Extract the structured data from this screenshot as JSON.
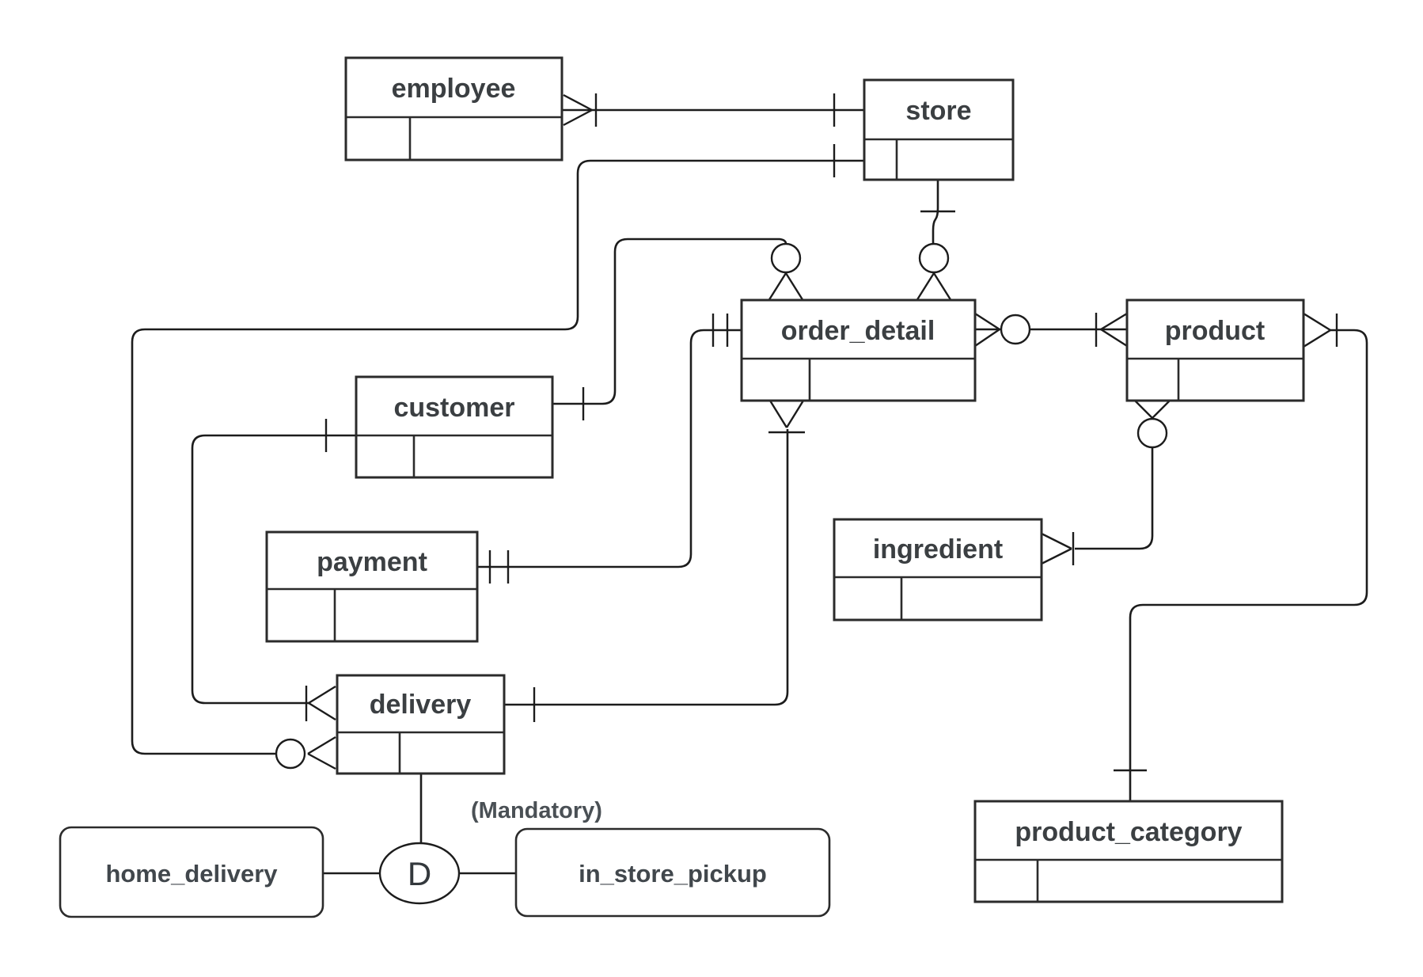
{
  "diagram_type": "entity-relationship-crow-foot",
  "background": "#ffffff",
  "colors": {
    "line": "#1c1c1c",
    "box_border": "#2b2b2b",
    "box_fill": "#ffffff",
    "text": "#3b3f42"
  },
  "entities": {
    "employee": {
      "label": "employee"
    },
    "store": {
      "label": "store"
    },
    "order_detail": {
      "label": "order_detail"
    },
    "product": {
      "label": "product"
    },
    "customer": {
      "label": "customer"
    },
    "payment": {
      "label": "payment"
    },
    "ingredient": {
      "label": "ingredient"
    },
    "delivery": {
      "label": "delivery"
    },
    "product_category": {
      "label": "product_category"
    }
  },
  "subtypes": {
    "home_delivery": {
      "label": "home_delivery"
    },
    "in_store_pickup": {
      "label": "in_store_pickup"
    }
  },
  "disjoint": {
    "symbol": "D",
    "annotation": "(Mandatory)",
    "supertype": "delivery",
    "subtypes": [
      "home_delivery",
      "in_store_pickup"
    ]
  },
  "relationships": [
    {
      "a": "employee",
      "a_cardinality": "many-one",
      "b": "store",
      "b_cardinality": "one"
    },
    {
      "a": "store",
      "a_cardinality": "one",
      "b": "delivery",
      "b_cardinality": "zero-many"
    },
    {
      "a": "store",
      "a_cardinality": "one",
      "b": "order_detail",
      "b_cardinality": "zero-many"
    },
    {
      "a": "customer",
      "a_cardinality": "one",
      "b": "delivery",
      "b_cardinality": "one-many"
    },
    {
      "a": "customer",
      "a_cardinality": "one",
      "b": "order_detail",
      "b_cardinality": "zero-many"
    },
    {
      "a": "payment",
      "a_cardinality": "exactly-one",
      "b": "order_detail",
      "b_cardinality": "exactly-one"
    },
    {
      "a": "delivery",
      "a_cardinality": "one",
      "b": "order_detail",
      "b_cardinality": "many-one"
    },
    {
      "a": "order_detail",
      "a_cardinality": "zero-many",
      "b": "product",
      "b_cardinality": "one-many"
    },
    {
      "a": "product",
      "a_cardinality": "zero-many",
      "b": "ingredient",
      "b_cardinality": "many-one"
    },
    {
      "a": "product",
      "a_cardinality": "many-one",
      "b": "product_category",
      "b_cardinality": "one"
    }
  ]
}
